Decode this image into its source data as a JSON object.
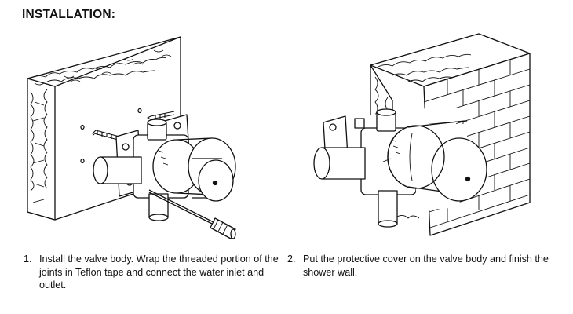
{
  "heading": "INSTALLATION:",
  "steps": [
    {
      "number": "1.",
      "text": "Install the valve body. Wrap the threaded portion of the joints in Teflon tape and connect the water inlet and outlet."
    },
    {
      "number": "2.",
      "text": "Put the protective cover on the valve body and finish the shower wall."
    }
  ]
}
